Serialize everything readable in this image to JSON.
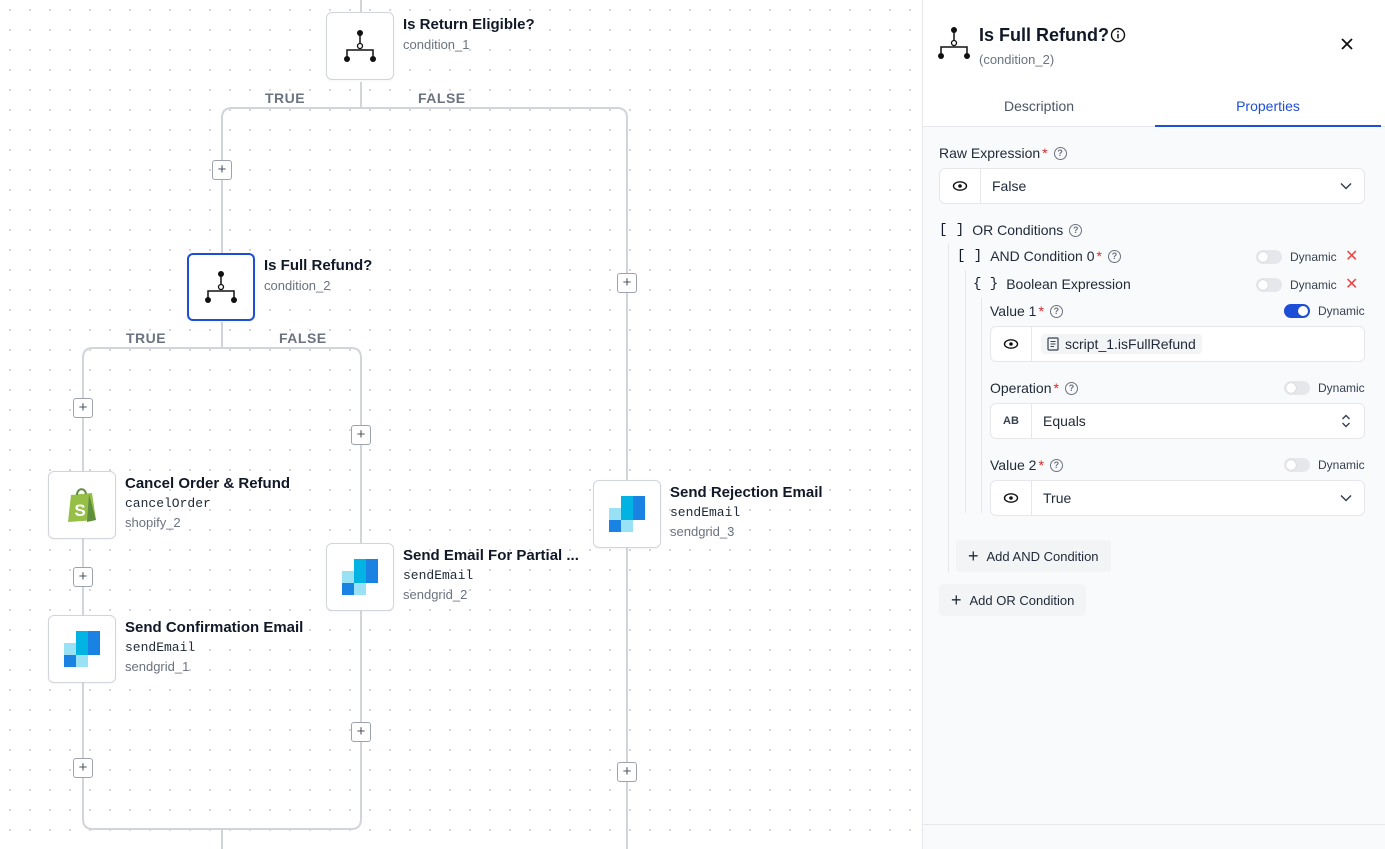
{
  "canvas": {
    "nodes": {
      "return_eligible": {
        "title": "Is Return Eligible?",
        "id": "condition_1",
        "icon": "condition-branch-icon"
      },
      "full_refund": {
        "title": "Is Full Refund?",
        "id": "condition_2",
        "icon": "condition-branch-icon"
      },
      "cancel_order": {
        "title": "Cancel Order & Refund",
        "method": "cancelOrder",
        "id": "shopify_2",
        "icon": "shopify-icon"
      },
      "confirmation_email": {
        "title": "Send Confirmation Email",
        "method": "sendEmail",
        "id": "sendgrid_1",
        "icon": "sendgrid-icon"
      },
      "partial_email": {
        "title": "Send Email For Partial ...",
        "method": "sendEmail",
        "id": "sendgrid_2",
        "icon": "sendgrid-icon"
      },
      "rejection_email": {
        "title": "Send Rejection Email",
        "method": "sendEmail",
        "id": "sendgrid_3",
        "icon": "sendgrid-icon"
      }
    },
    "labels": {
      "true": "TRUE",
      "false": "FALSE"
    },
    "add_symbol": "+"
  },
  "panel": {
    "title": "Is Full Refund?",
    "subtitle": "(condition_2)",
    "close_symbol": "✕",
    "tabs": [
      "Description",
      "Properties"
    ],
    "active_tab": "Properties",
    "raw_expression": {
      "label": "Raw Expression",
      "value": "False"
    },
    "or_conditions": {
      "label": "OR Conditions",
      "bracket": "[ ]"
    },
    "and_condition": {
      "label": "AND Condition 0",
      "bracket": "[ ]",
      "dynamic": "Dynamic",
      "dynamic_on": false
    },
    "bool_expr": {
      "label": "Boolean Expression",
      "bracket": "{ }",
      "dynamic": "Dynamic",
      "dynamic_on": false
    },
    "value1": {
      "label": "Value 1",
      "dynamic": "Dynamic",
      "dynamic_on": true,
      "value": "script_1.isFullRefund"
    },
    "operation": {
      "label": "Operation",
      "dynamic": "Dynamic",
      "dynamic_on": false,
      "value": "Equals",
      "prefix": "AB"
    },
    "value2": {
      "label": "Value 2",
      "dynamic": "Dynamic",
      "dynamic_on": false,
      "value": "True"
    },
    "add_and": "Add AND Condition",
    "add_or": "Add OR Condition",
    "required_mark": "*",
    "help_mark": "?",
    "remove_symbol": "✕"
  }
}
